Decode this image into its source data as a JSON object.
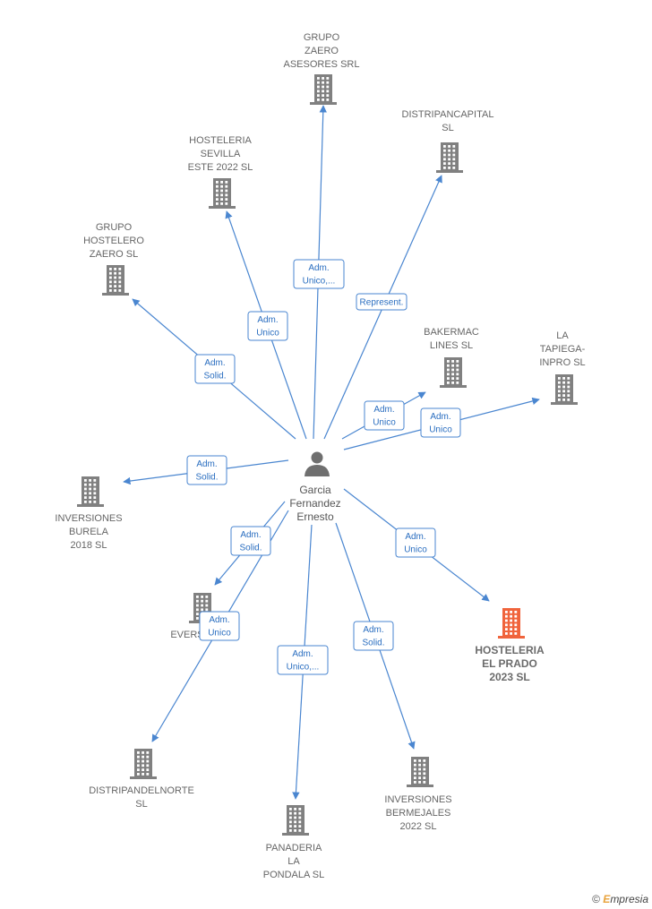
{
  "center": {
    "name_lines": [
      "Garcia",
      "Fernandez",
      "Ernesto"
    ],
    "icon": "person-icon"
  },
  "colors": {
    "edge": "#4a86d0",
    "building": "#808080",
    "highlight": "#f0643c"
  },
  "companies": [
    {
      "id": "grupo-zaero",
      "lines": [
        "GRUPO",
        "ZAERO",
        "ASESORES SRL"
      ],
      "highlight": false
    },
    {
      "id": "distripancapital",
      "lines": [
        "DISTRIPANCAPITAL",
        "SL"
      ],
      "highlight": false
    },
    {
      "id": "hosteleria-sevilla",
      "lines": [
        "HOSTELERIA",
        "SEVILLA",
        "ESTE 2022  SL"
      ],
      "highlight": false
    },
    {
      "id": "grupo-hostelero",
      "lines": [
        "GRUPO",
        "HOSTELERO",
        "ZAERO  SL"
      ],
      "highlight": false
    },
    {
      "id": "bakermac",
      "lines": [
        "BAKERMAC",
        "LINES  SL"
      ],
      "highlight": false
    },
    {
      "id": "la-tapiega",
      "lines": [
        "LA",
        "TAPIEGA-",
        "INPRO SL"
      ],
      "highlight": false
    },
    {
      "id": "inversiones-burela",
      "lines": [
        "INVERSIONES",
        "BURELA",
        "2018  SL"
      ],
      "highlight": false
    },
    {
      "id": "evers",
      "lines": [
        "EVERS"
      ],
      "highlight": false
    },
    {
      "id": "hosteleria-el-prado",
      "lines": [
        "HOSTELERIA",
        "EL PRADO",
        "2023  SL"
      ],
      "highlight": true
    },
    {
      "id": "distripandelnorte",
      "lines": [
        "DISTRIPANDELNORTE",
        "SL"
      ],
      "highlight": false
    },
    {
      "id": "inversiones-bermejales",
      "lines": [
        "INVERSIONES",
        "BERMEJALES",
        "2022  SL"
      ],
      "highlight": false
    },
    {
      "id": "panaderia-la-pondala",
      "lines": [
        "PANADERIA",
        "LA",
        "PONDALA  SL"
      ],
      "highlight": false
    }
  ],
  "relations": [
    {
      "to": "grupo-zaero",
      "label_lines": [
        "Adm.",
        "Unico,..."
      ]
    },
    {
      "to": "distripancapital",
      "label_lines": [
        "Represent."
      ]
    },
    {
      "to": "hosteleria-sevilla",
      "label_lines": [
        "Adm.",
        "Unico"
      ]
    },
    {
      "to": "grupo-hostelero",
      "label_lines": [
        "Adm.",
        "Solid."
      ]
    },
    {
      "to": "bakermac",
      "label_lines": [
        "Adm.",
        "Unico"
      ]
    },
    {
      "to": "la-tapiega",
      "label_lines": [
        "Adm.",
        "Unico"
      ]
    },
    {
      "to": "inversiones-burela",
      "label_lines": [
        "Adm.",
        "Solid."
      ]
    },
    {
      "to": "evers",
      "label_lines": [
        "Adm.",
        "Solid."
      ]
    },
    {
      "to": "hosteleria-el-prado",
      "label_lines": [
        "Adm.",
        "Unico"
      ]
    },
    {
      "to": "distripandelnorte",
      "label_lines": [
        "Adm.",
        "Unico"
      ]
    },
    {
      "to": "inversiones-bermejales",
      "label_lines": [
        "Adm.",
        "Solid."
      ]
    },
    {
      "to": "panaderia-la-pondala",
      "label_lines": [
        "Adm.",
        "Unico,..."
      ]
    }
  ],
  "brand": {
    "copyright": "©",
    "initial": "E",
    "rest": "mpresia"
  }
}
